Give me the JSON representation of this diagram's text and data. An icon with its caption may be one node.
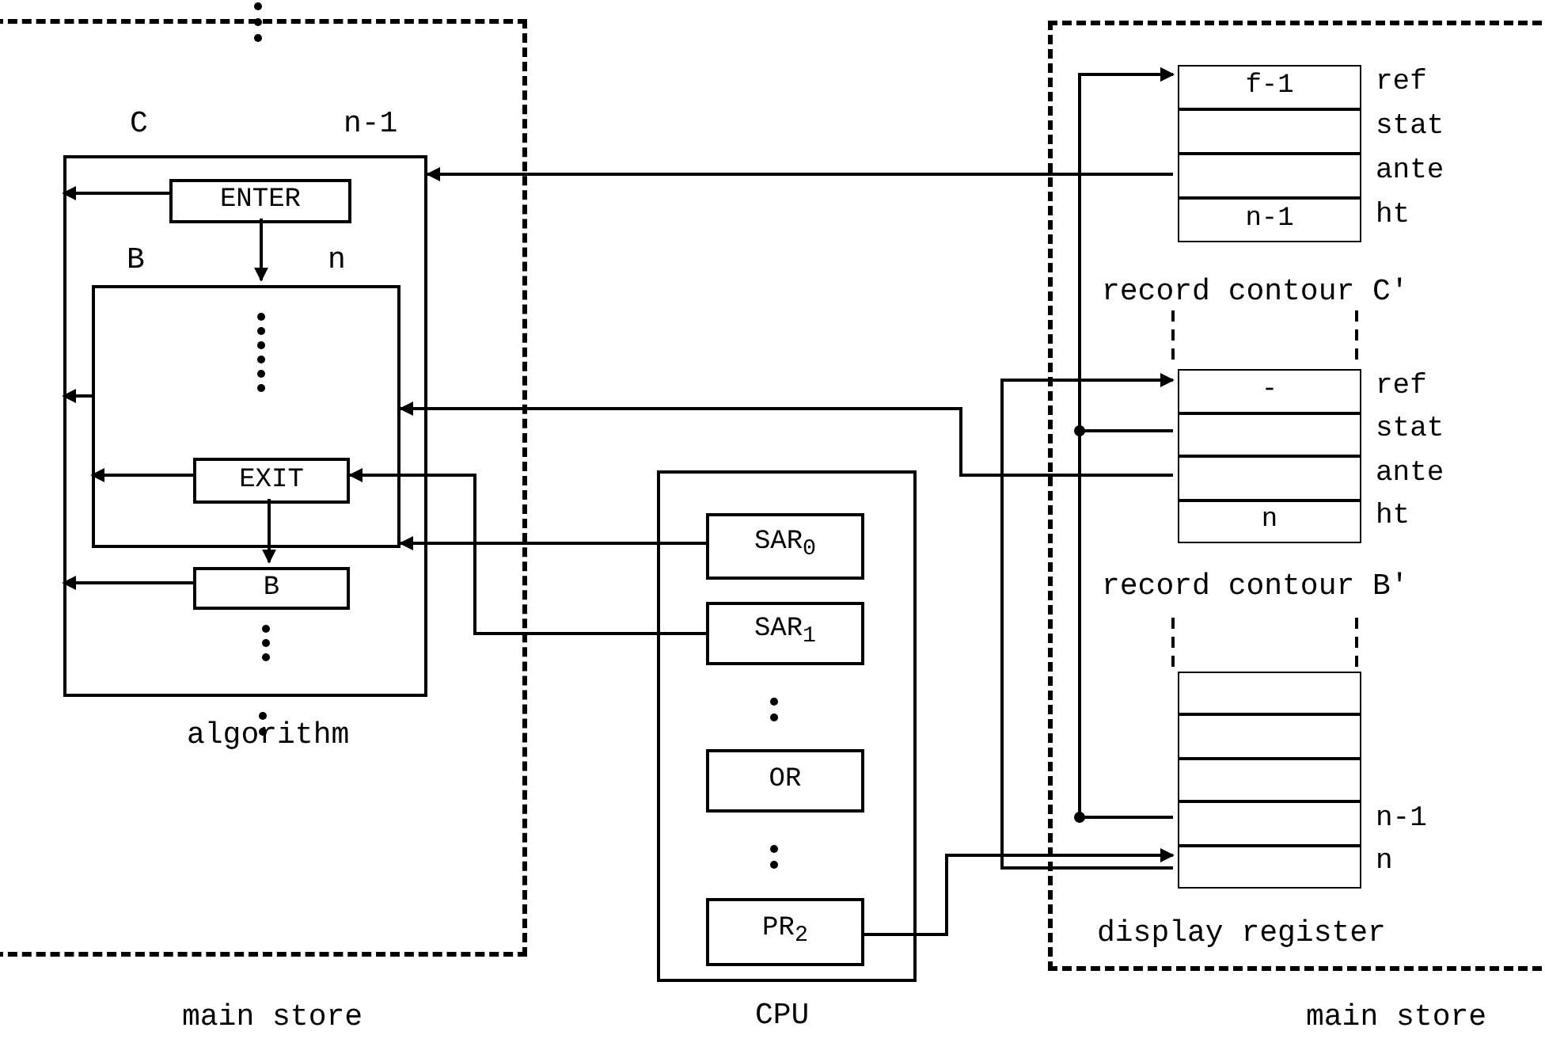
{
  "diagram": {
    "nodes": [
      {
        "text": [
          "main store"
        ]
      },
      {
        "text": [
          "C",
          "n-1"
        ],
        "in": 0
      },
      {
        "text": [
          "ENTER"
        ],
        "in": 1
      },
      {
        "text": [
          "B",
          "n"
        ],
        "in": 1
      },
      {
        "text": [
          "EXIT"
        ],
        "in": 3
      },
      {
        "text": [
          "B"
        ],
        "in": 1
      },
      {
        "text": [
          "CPU"
        ]
      },
      {
        "text": [
          "SAR$_{0}$"
        ],
        "in": 6
      },
      {
        "text": [
          "SAR$_{1}$"
        ],
        "in": 6
      },
      {
        "text": [
          "OR"
        ],
        "in": 6
      },
      {
        "text": [
          "PR$_{2}$"
        ],
        "in": 6
      },
      {
        "text": [
          "main store"
        ]
      },
      {
        "text": [
          "record contour C'"
        ],
        "in": 11
      },
      {
        "text": [
          "f-1"
        ],
        "beside": [
          "ref"
        ],
        "in": 12
      },
      {
        "text": [],
        "shape": "box",
        "beside": [
          "stat"
        ],
        "in": 12
      },
      {
        "text": [],
        "shape": "box",
        "beside": [
          "ante"
        ],
        "in": 12
      },
      {
        "text": [
          "n-1"
        ],
        "beside": [
          "ht"
        ],
        "in": 12
      },
      {
        "text": [
          "record contour B'"
        ],
        "in": 11
      },
      {
        "text": [
          "-"
        ],
        "beside": [
          "ref"
        ],
        "in": 17
      },
      {
        "text": [],
        "shape": "box",
        "beside": [
          "stat"
        ],
        "in": 17
      },
      {
        "text": [],
        "shape": "box",
        "beside": [
          "ante"
        ],
        "in": 17
      },
      {
        "text": [
          "n"
        ],
        "beside": [
          "ht"
        ],
        "in": 17
      },
      {
        "text": [
          "display register"
        ],
        "in": 11
      },
      {
        "text": [],
        "shape": "box",
        "in": 22
      },
      {
        "text": [],
        "shape": "box",
        "in": 22
      },
      {
        "text": [],
        "shape": "box",
        "in": 22
      },
      {
        "text": [],
        "shape": "box",
        "beside": [
          "n-1"
        ],
        "in": 22
      },
      {
        "text": [],
        "shape": "box",
        "beside": [
          "n"
        ],
        "in": 22
      }
    ],
    "edges": [
      {
        "from": 2,
        "to": 1,
        "arrow": "to"
      },
      {
        "from": 2,
        "to": 3,
        "arrow": "to"
      },
      {
        "from": 3,
        "to": 1,
        "arrow": "to"
      },
      {
        "from": 4,
        "to": 3,
        "arrow": "to"
      },
      {
        "from": 4,
        "to": 5,
        "arrow": "to"
      },
      {
        "from": 5,
        "to": 1,
        "arrow": "to"
      },
      {
        "from": 15,
        "to": 1,
        "arrow": "to"
      },
      {
        "from": 26,
        "to": 13,
        "arrow": "to"
      },
      {
        "from": 19,
        "to": 13,
        "arrow": "to"
      },
      {
        "from": 27,
        "to": 18,
        "arrow": "to"
      },
      {
        "from": 10,
        "to": 27,
        "arrow": "to"
      },
      {
        "from": 20,
        "to": 3,
        "arrow": "to"
      },
      {
        "from": 7,
        "to": 3,
        "arrow": "to"
      },
      {
        "from": 8,
        "to": 4,
        "arrow": "to"
      }
    ],
    "labels": [
      "algorithm"
    ]
  }
}
